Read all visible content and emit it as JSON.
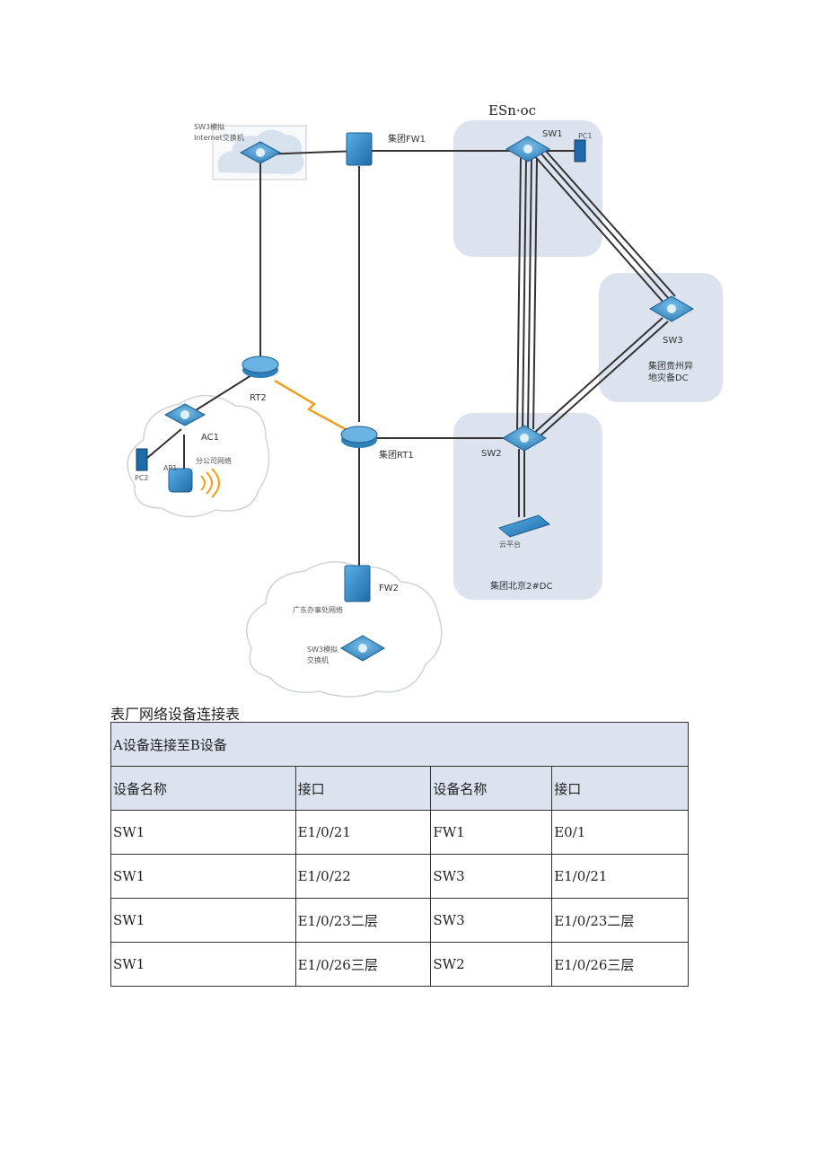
{
  "diagram": {
    "top_text": "ESn·oc",
    "labels": {
      "sw3_internet": "SW3模拟\nInternet交换机",
      "fw1": "集团FW1",
      "sw1": "SW1",
      "pc1": "PC1",
      "sw3": "SW3",
      "sw3_zone": "集团贵州异\n地灾备DC",
      "rt2": "RT2",
      "ac1": "AC1",
      "ap1": "AP1",
      "branch": "分公司网络",
      "pc2": "PC2",
      "rt1": "集团RT1",
      "sw2": "SW2",
      "cloud_platform": "云平台",
      "sw2_zone": "集团北京2#DC",
      "fw2": "FW2",
      "guangdong": "广东办事处网络",
      "sw3_sim": "SW3模拟\n交换机"
    },
    "colors": {
      "zone": "#dce3ef",
      "device": "#3b8fc9",
      "link": "#333333",
      "serial": "#f0a020"
    }
  },
  "table": {
    "caption": "表厂网络设备连接表",
    "span_header": "A设备连接至B设备",
    "columns": [
      "设备名称",
      "接口",
      "设备名称",
      "接口"
    ],
    "rows": [
      [
        "SW1",
        "E1/0/21",
        "FW1",
        "E0/1"
      ],
      [
        "SW1",
        "E1/0/22",
        "SW3",
        "E1/0/21"
      ],
      [
        "SW1",
        "E1/0/23二层",
        "SW3",
        "E1/0/23二层"
      ],
      [
        "SW1",
        "E1/0/26三层",
        "SW2",
        "E1/0/26三层"
      ]
    ]
  }
}
